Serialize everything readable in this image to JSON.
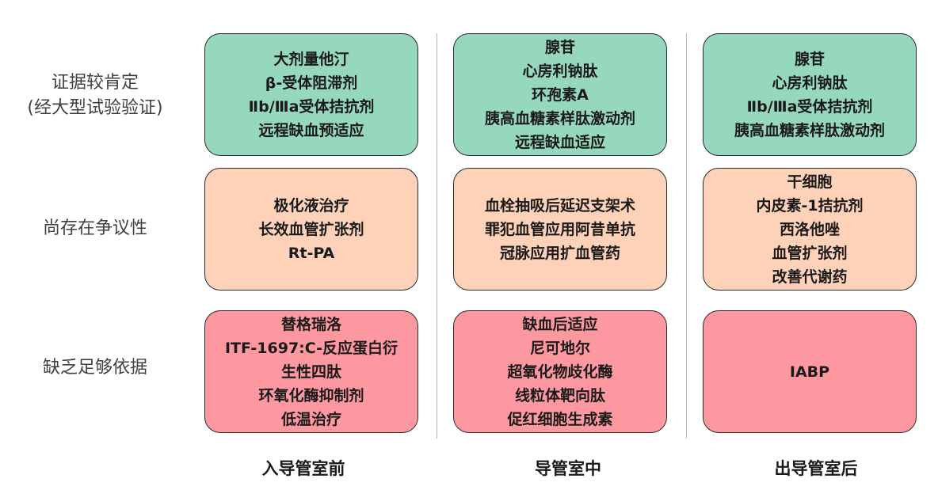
{
  "rows": [
    {
      "lines": [
        "证据较肯定",
        "(经大型试验验证)"
      ]
    },
    {
      "lines": [
        "尚存在争议性"
      ]
    },
    {
      "lines": [
        "缺乏足够依据"
      ]
    }
  ],
  "columns": [
    {
      "label": "入导管室前"
    },
    {
      "label": "导管室中"
    },
    {
      "label": "出导管室后"
    }
  ],
  "cells": [
    [
      {
        "items": [
          "大剂量他汀",
          "β-受体阻滞剂",
          "Ⅱb/Ⅲa受体拮抗剂",
          "远程缺血预适应"
        ]
      },
      {
        "items": [
          "腺苷",
          "心房利钠肽",
          "环孢素A",
          "胰高血糖素样肽激动剂",
          "远程缺血适应"
        ]
      },
      {
        "items": [
          "腺苷",
          "心房利钠肽",
          "Ⅱb/Ⅲa受体拮抗剂",
          "胰高血糖素样肽激动剂"
        ]
      }
    ],
    [
      {
        "items": [
          "极化液治疗",
          "长效血管扩张剂",
          "Rt-PA"
        ]
      },
      {
        "items": [
          "血栓抽吸后延迟支架术",
          "罪犯血管应用阿昔单抗",
          "冠脉应用扩血管药"
        ]
      },
      {
        "items": [
          "干细胞",
          "内皮素-1拮抗剂",
          "西洛他唑",
          "血管扩张剂",
          "改善代谢药"
        ]
      }
    ],
    [
      {
        "items": [
          "替格瑞洛",
          "ITF-1697:C-反应蛋白衍",
          "生性四肽",
          "环氧化酶抑制剂",
          "低温治疗"
        ]
      },
      {
        "items": [
          "缺血后适应",
          "尼可地尔",
          "超氧化物歧化酶",
          "线粒体靶向肽",
          "促红细胞生成素"
        ]
      },
      {
        "items": [
          "IABP"
        ]
      }
    ]
  ],
  "colors": {
    "evidence_confirmed": "#96d8bd",
    "controversial": "#fdd2b8",
    "insufficient": "#fd98a0"
  }
}
